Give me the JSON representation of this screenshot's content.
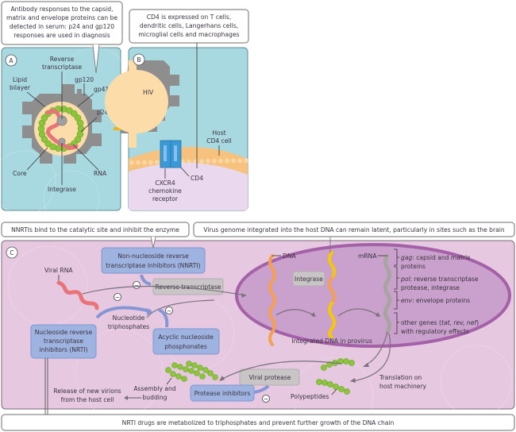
{
  "panels": {
    "a": {
      "badge": "A",
      "callout": [
        "Antibody responses to the capsid,",
        "matrix and envelope proteins can be",
        "detected in serum: p24 and gp120",
        "responses are used in diagnosis"
      ],
      "labels": {
        "reverse_transcriptase": [
          "Reverse",
          "transcriptase"
        ],
        "lipid_bilayer": [
          "Lipid",
          "bilayer"
        ],
        "gp120": "gp120",
        "gp41": "gp41",
        "p24": "p24",
        "core": "Core",
        "rna": "RNA",
        "integrase": "Integrase"
      }
    },
    "b": {
      "badge": "B",
      "callout": [
        "CD4 is expressed on T cells,",
        "dendritic cells, Langerhans cells,",
        "microglial cells and macrophages"
      ],
      "labels": {
        "hiv": "HIV",
        "host_cell": [
          "Host",
          "CD4 cell"
        ],
        "cd4": "CD4",
        "cxcr4": [
          "CXCR4",
          "chemokine",
          "receptor"
        ]
      }
    },
    "c": {
      "badge": "C",
      "callout_nnrti": "NNRTIs bind to the catalytic site and inhibit the enzyme",
      "callout_latent": "Virus genome integrated into the host DNA can remain latent, particularly in sites such as the brain",
      "callout_nrti": "NRTI drugs are metabolized to triphosphates and prevent further growth of the DNA chain",
      "viral_rna": "Viral RNA",
      "nnrti_box": [
        "Non-nucleoside reverse",
        "transcriptase inhibitors (NNRTI)"
      ],
      "reverse_transcriptase_box": "Reverse transcriptase",
      "nucleotide_triphosphates": [
        "Nucleotide",
        "triphosphates"
      ],
      "nrti_box": [
        "Nucleoside reverse",
        "transcriptase",
        "inhibitors (NRTI)"
      ],
      "acyclic_box": [
        "Acyclic nucleoside",
        "phosphonates"
      ],
      "dna": "DNA",
      "integrase_box": "Integrase",
      "integrated_dna": "Integrated DNA in provirus",
      "mrna": "mRNA",
      "genes": [
        {
          "name": "gag",
          "desc": [
            ": capsid and matrix",
            "proteins"
          ]
        },
        {
          "name": "pol",
          "desc": [
            ": reverse transcriptase",
            "protease, integrase"
          ]
        },
        {
          "name": "env",
          "desc": [
            ": envelope proteins"
          ]
        }
      ],
      "other_genes": {
        "prefix": "other genes (",
        "genes": "tat, rev, nef",
        "suffix": ")",
        "line2": "with regulatory effects"
      },
      "viral_protease_box": "Viral protease",
      "protease_inhibitors_box": "Protease inhibitors",
      "assembly": [
        "Assembly and",
        "budding"
      ],
      "release": [
        "Release of new virions",
        "from the host cell"
      ],
      "polypeptides": "Polypeptides",
      "translation": [
        "Translation on",
        "host machinery"
      ],
      "inhibit_symbol": "−"
    }
  },
  "colors": {
    "panel_a_bg": "#a8d8e0",
    "panel_b_bg": "#a8d8e0",
    "panel_c_bg": "#e6c8e0",
    "nucleus": "#c9a1cc",
    "nucleus_rim": "#a561a8",
    "capsid_green": "#8cc43c",
    "rna_red": "#e8747a",
    "dna_orange": "#f4a050",
    "dna_yellow": "#f5c800",
    "mrna_grey": "#a8a4a0",
    "blue_box": "#9fb3e0",
    "grey_box": "#c9c4c6",
    "virion_core": "#fcdca8",
    "envelope_grey": "#8e8e8e",
    "receptor_blue": "#3b9ad6"
  }
}
